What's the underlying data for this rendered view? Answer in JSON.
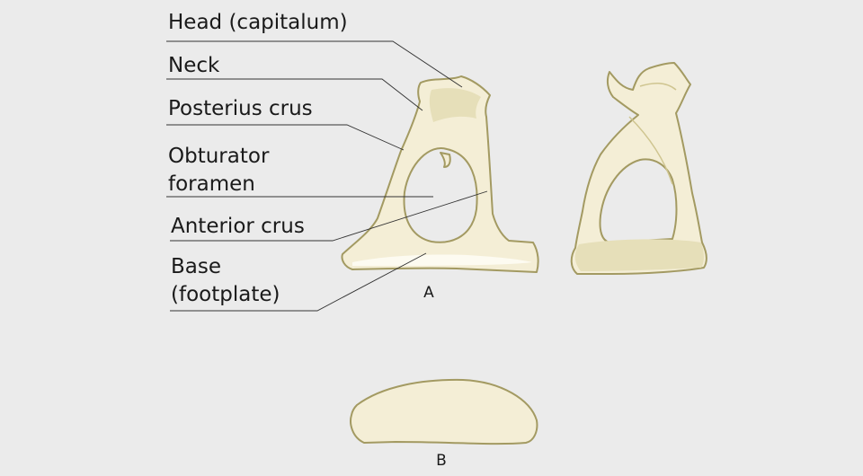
{
  "labels": {
    "head": "Head (capitalum)",
    "neck": "Neck",
    "posterior_crus": "Posterius crus",
    "obturator_line1": "Obturator",
    "obturator_line2": "foramen",
    "anterior_crus": "Anterior crus",
    "base_line1": "Base",
    "base_line2": "(footplate)"
  },
  "figures": {
    "a": "A",
    "b": "B"
  },
  "colors": {
    "background": "#ebebeb",
    "bone_fill": "#f4eed6",
    "bone_outline": "#a39a62",
    "leader_line": "#333333"
  }
}
